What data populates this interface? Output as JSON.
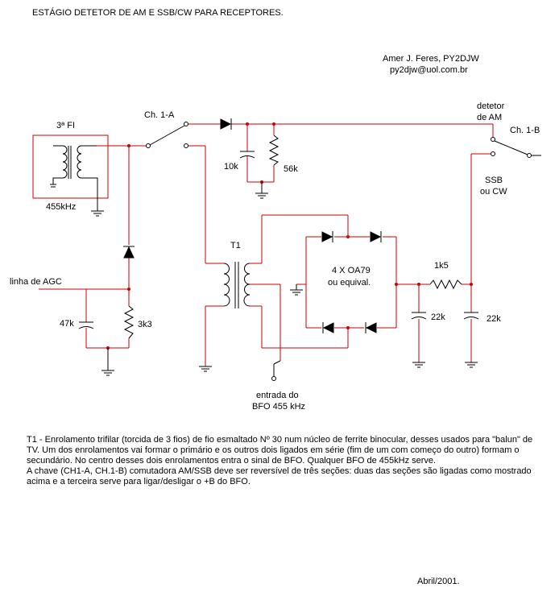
{
  "title": "ESTÁGIO DETETOR DE AM E SSB/CW  PARA RECEPTORES.",
  "author": {
    "name": "Amer J. Feres, PY2DJW",
    "email": "py2djw@uol.com.br"
  },
  "labels": {
    "if_stage": "3ª FI",
    "if_freq": "455kHz",
    "switch_a": "Ch. 1-A",
    "switch_b": "Ch. 1-B",
    "am_detector": [
      "detetor",
      "de AM"
    ],
    "ssb_cw": [
      "SSB",
      "ou CW"
    ],
    "agc_line": "linha de AGC",
    "transformer": "T1",
    "diodes": [
      "4 X OA79",
      "ou equival."
    ],
    "bfo_input": [
      "entrada do",
      "BFO 455 kHz"
    ],
    "c_10k": "10k",
    "r_56k": "56k",
    "c_47k": "47k",
    "r_3k3": "3k3",
    "r_1k5": "1k5",
    "c_22k_a": "22k",
    "c_22k_b": "22k"
  },
  "notes": [
    "T1 - Enrolamento trifilar (torcida de 3 fios) de fio esmaltado Nº 30 num núcleo de ferrite binocular, desses usados para \"balun\" de TV. Um dos enrolamentos vai formar o primário e os outros dois ligados em série (fim de um com começo do outro) formam o secundário. No centro desses dois enrolamentos entra o sinal de BFO. Qualquer BFO de 455kHz serve.",
    "A chave (CH1-A, CH.1-B) comutadora AM/SSB deve ser reversível de três seções: duas das seções são ligadas como mostrado acima e a terceira serve para ligar/desligar o +B do BFO."
  ],
  "date": "Abril/2001.",
  "colors": {
    "wire": "#cc0000",
    "component": "#000000",
    "background": "#ffffff"
  }
}
